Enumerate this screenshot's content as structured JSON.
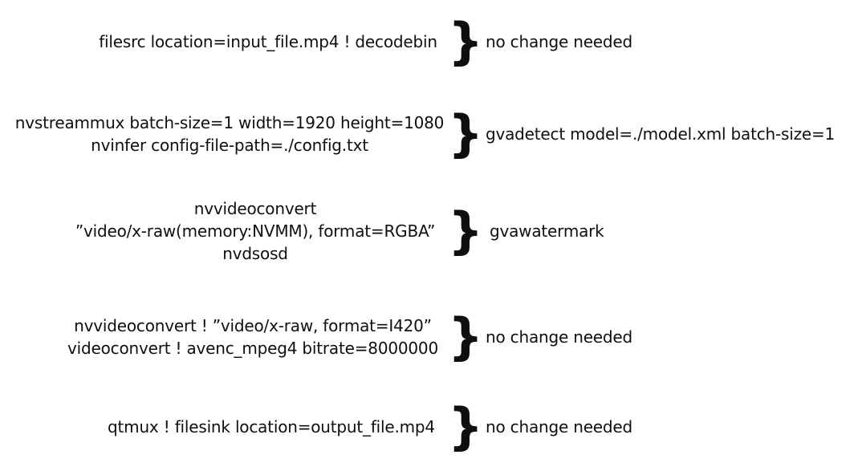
{
  "page": {
    "background": "#ffffff",
    "text_color": "#0f0f0f"
  },
  "rows": [
    {
      "pipeline_lines": [
        "filesrc location=input_file.mp4 ! decodebin"
      ],
      "brace": "}",
      "annotation": "no change needed"
    },
    {
      "pipeline_lines": [
        "nvstreammux batch-size=1 width=1920 height=1080",
        "nvinfer config-file-path=./config.txt"
      ],
      "brace": "}",
      "annotation": "gvadetect model=./model.xml batch-size=1"
    },
    {
      "pipeline_lines": [
        "nvvideoconvert",
        "”video/x-raw(memory:NVMM), format=RGBA”",
        "nvdsosd"
      ],
      "brace": "}",
      "annotation": "gvawatermark"
    },
    {
      "pipeline_lines": [
        "nvvideoconvert ! ”video/x-raw, format=I420”",
        "videoconvert ! avenc_mpeg4 bitrate=8000000"
      ],
      "brace": "}",
      "annotation": "no change needed"
    },
    {
      "pipeline_lines": [
        "qtmux ! filesink location=output_file.mp4"
      ],
      "brace": "}",
      "annotation": "no change needed"
    }
  ]
}
